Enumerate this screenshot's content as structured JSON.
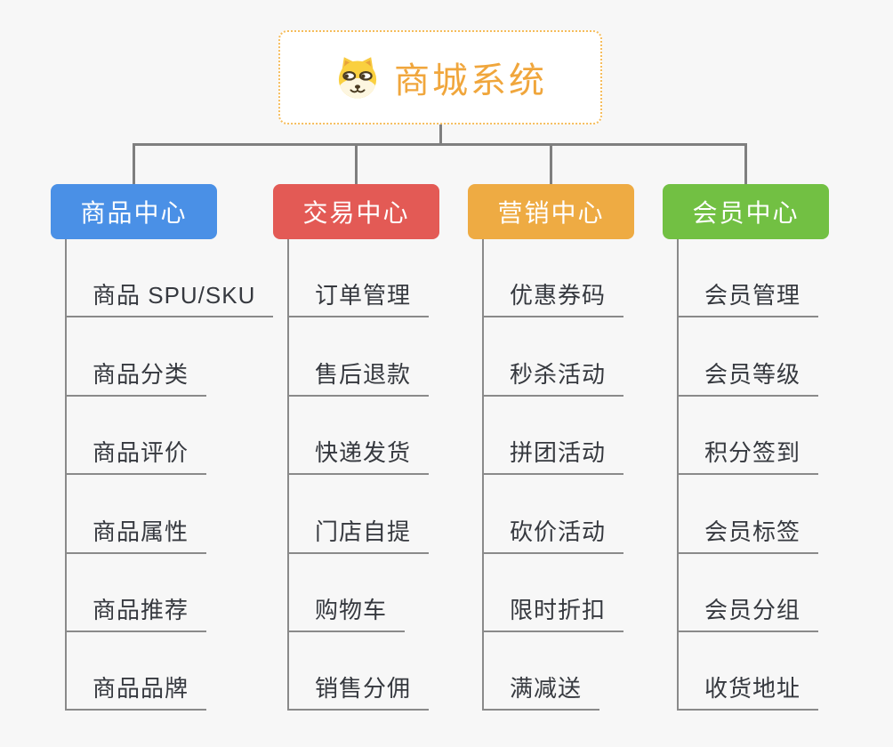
{
  "page": {
    "background_color": "#f7f7f7",
    "connector_color": "#7f7f7f",
    "underline_color": "#8a8a8a"
  },
  "root": {
    "title": "商城系统",
    "icon": "shiba-dog-icon",
    "text_color": "#f0a63c",
    "border_color": "#f6bd5c"
  },
  "branches": [
    {
      "label": "商品中心",
      "color": "#4a90e6",
      "children": [
        "商品 SPU/SKU",
        "商品分类",
        "商品评价",
        "商品属性",
        "商品推荐",
        "商品品牌"
      ]
    },
    {
      "label": "交易中心",
      "color": "#e35a55",
      "children": [
        "订单管理",
        "售后退款",
        "快递发货",
        "门店自提",
        "购物车",
        "销售分佣"
      ]
    },
    {
      "label": "营销中心",
      "color": "#eeab43",
      "children": [
        "优惠券码",
        "秒杀活动",
        "拼团活动",
        "砍价活动",
        "限时折扣",
        "满减送"
      ]
    },
    {
      "label": "会员中心",
      "color": "#72c043",
      "children": [
        "会员管理",
        "会员等级",
        "积分签到",
        "会员标签",
        "会员分组",
        "收货地址"
      ]
    }
  ]
}
